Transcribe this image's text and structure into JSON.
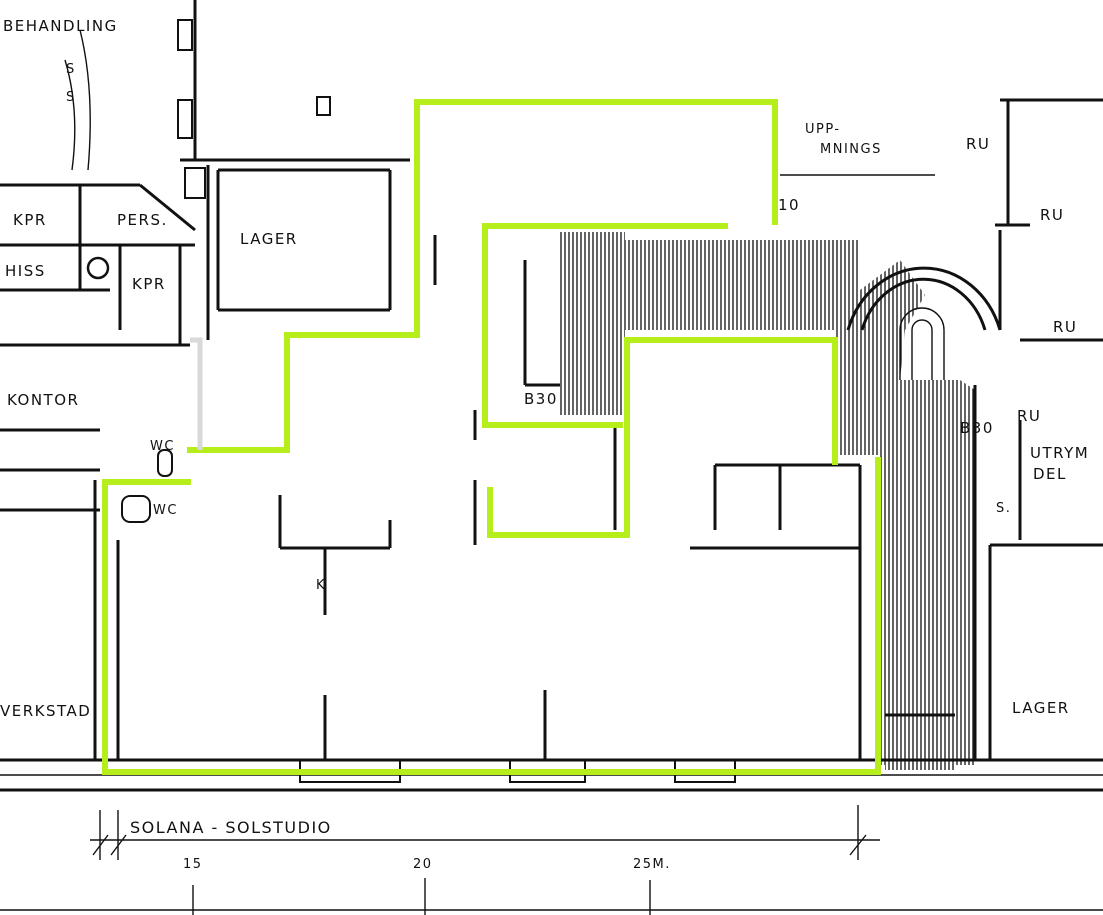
{
  "labels": {
    "behandling": "BEHANDLING",
    "kpr_left": "KPR",
    "pers": "PERS.",
    "lager_top": "LAGER",
    "hiss": "HISS",
    "kpr_mid": "KPR",
    "kontor": "KONTOR",
    "wc_upper": "WC",
    "wc_lower": "WC",
    "verkstad": "VERKSTAD",
    "k_mark": "K",
    "b30_left": "B30",
    "b30_right": "B30",
    "ru_top": "RU",
    "ru_upper": "RU",
    "ru_mid": "RU",
    "ru_lower": "RU",
    "utrymme_line1": "UTRYM",
    "utrymme_line2": "DEL",
    "lager_right": "LAGER",
    "s_mark_left_a": "S",
    "s_mark_left_b": "S",
    "s_mark_right": "S.",
    "uppvarmning_1": "UPP-",
    "uppvarmning_2": "MNINGS",
    "ten_mark": "10",
    "solana": "SOLANA - SOLSTUDIO"
  },
  "scale": {
    "ticks": [
      "15",
      "20",
      "25M."
    ]
  },
  "colors": {
    "highlight": "#b6ee1c",
    "highlight_dark": "#8fcf14",
    "lines": "#111111",
    "paper": "#ffffff"
  }
}
